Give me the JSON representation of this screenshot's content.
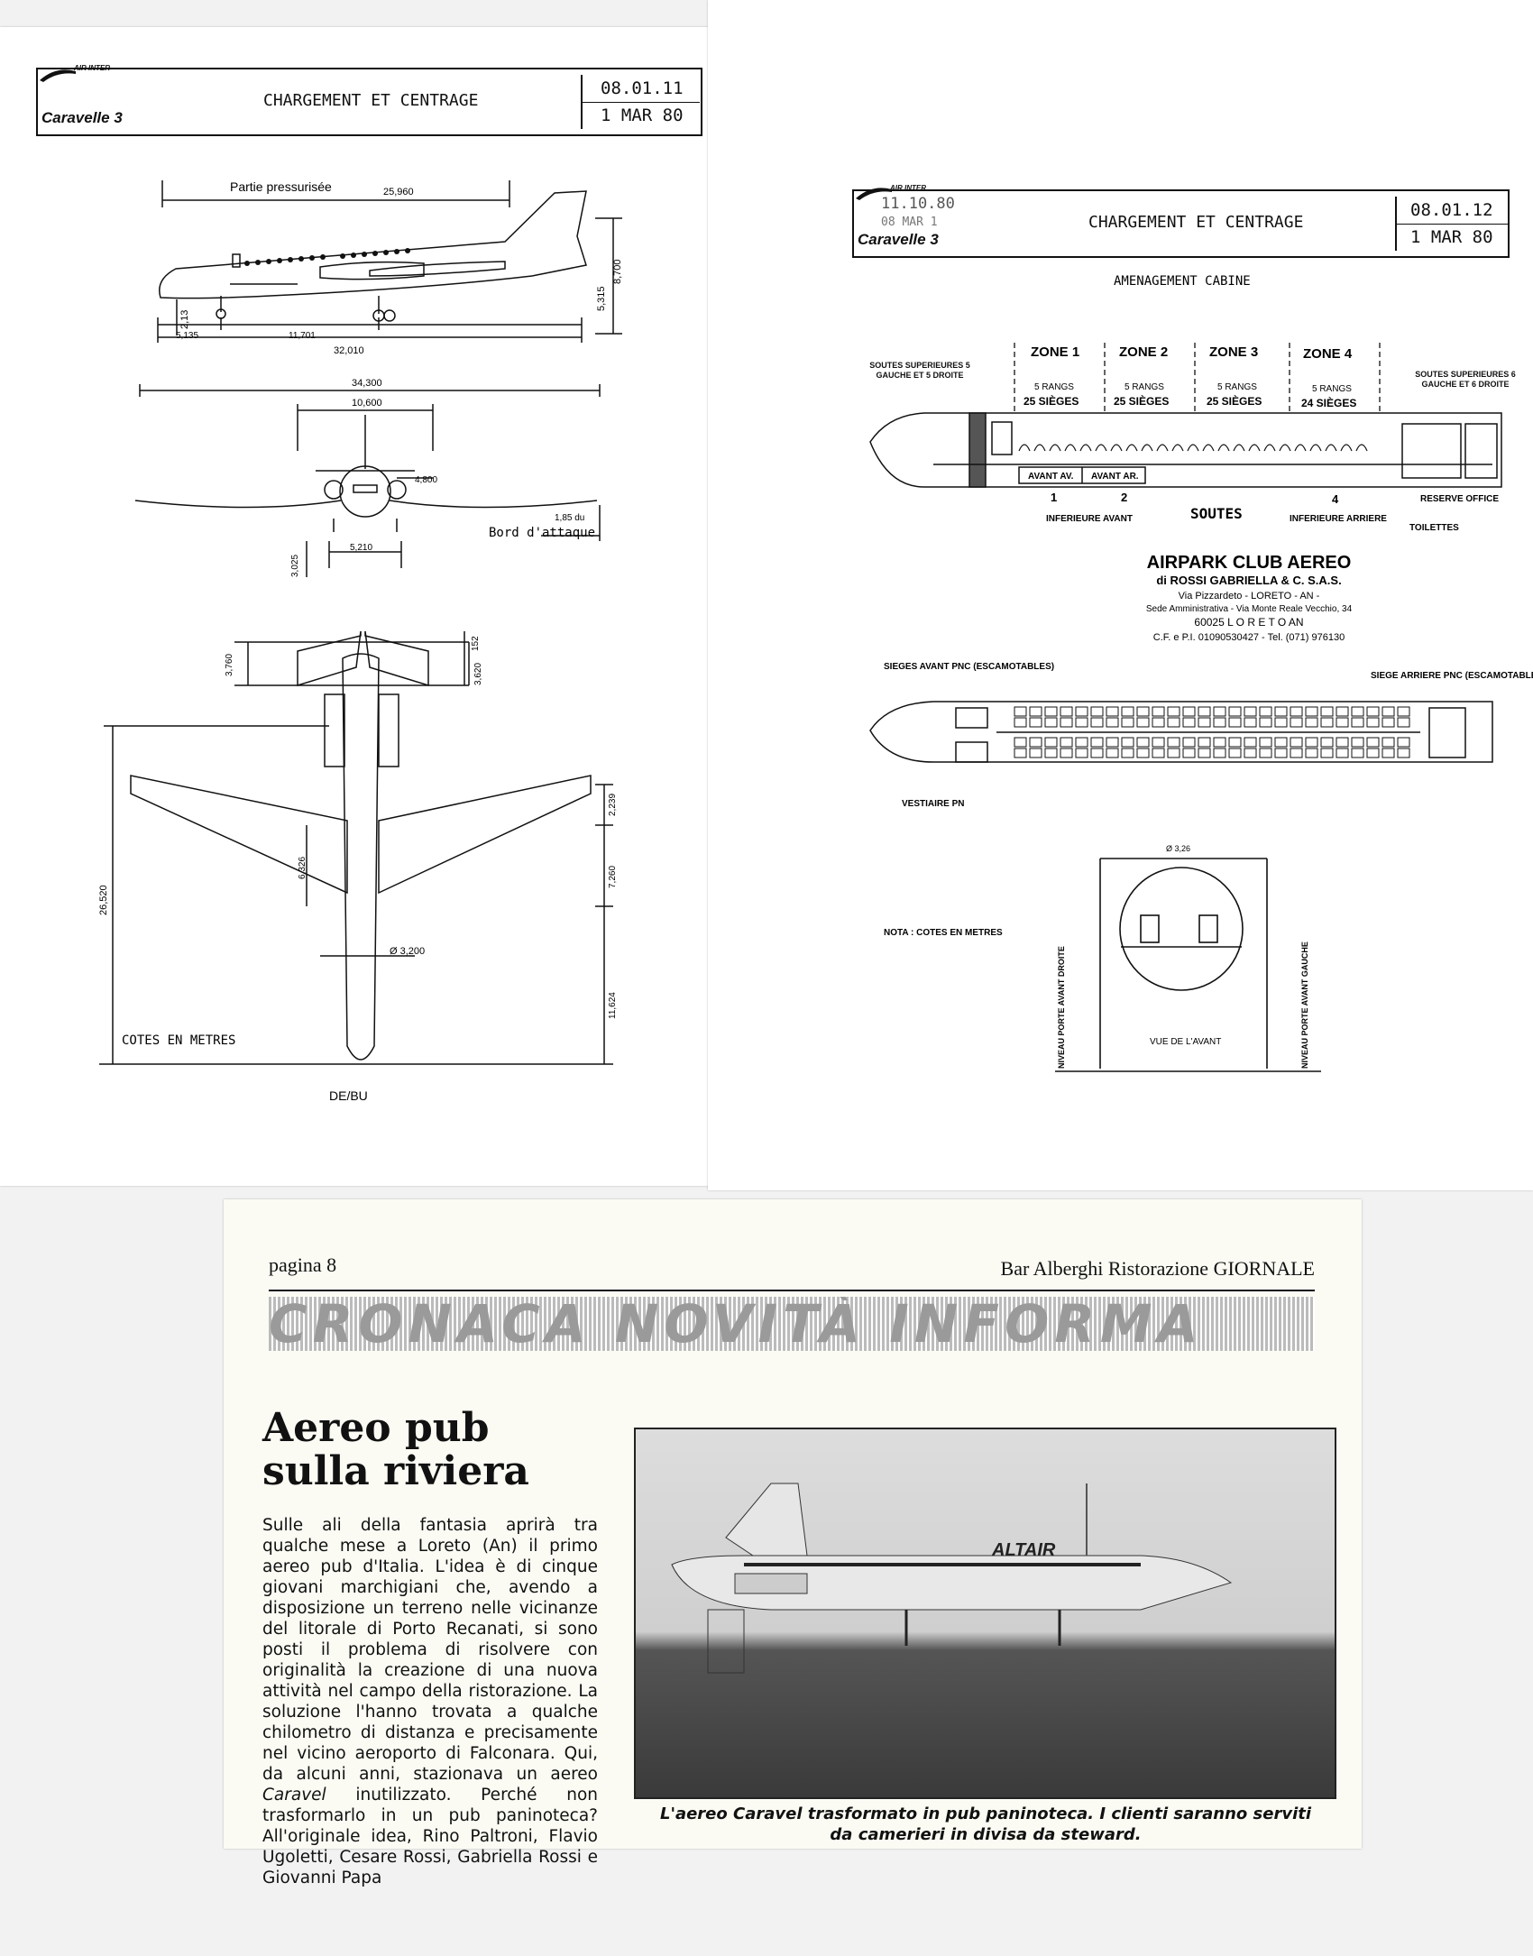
{
  "left_sheet": {
    "airline": "AIR INTER",
    "aircraft": "Caravelle 3",
    "title": "CHARGEMENT ET CENTRAGE",
    "ref_number": "08.01.11",
    "ref_date": "1 MAR 80",
    "side_view": {
      "label": "Partie pressurisée",
      "pressurized_length": "25,960",
      "height_total": "8,700",
      "height_fuselage": "5,315",
      "height_gear": "2,13",
      "dim_front": "5,135",
      "dim_wheelbase": "11,701",
      "dim_total": "32,010"
    },
    "front_view": {
      "span": "34,300",
      "tail_span": "10,600",
      "engine_width": "4,800",
      "leading_edge_height": "1,85 du",
      "leading_edge_label": "Bord d'attaque",
      "gear_track": "5,210",
      "ground_height": "3,025"
    },
    "top_view": {
      "tail_offset": "3,760",
      "tail_width": "152",
      "tail_height": "3,620",
      "wing_dim_a": "2,239",
      "wing_dim_b": "7,260",
      "overall_length": "26,520",
      "wing_chord": "6,326",
      "fuselage_diameter": "Ø 3,200",
      "nose_dim": "11,624",
      "units_note": "COTES EN METRES"
    },
    "footer_mark": "DE/BU"
  },
  "right_sheet": {
    "airline": "AIR INTER",
    "aircraft": "Caravelle 3",
    "stamp_date": "11.10.80",
    "stamp_line2": "08 MAR 1",
    "title": "CHARGEMENT ET CENTRAGE",
    "ref_number": "08.01.12",
    "ref_date": "1 MAR 80",
    "section_title": "AMENAGEMENT CABINE",
    "zones": [
      {
        "name": "ZONE 1",
        "rows": "5 RANGS",
        "seats": "25 SIÈGES"
      },
      {
        "name": "ZONE 2",
        "rows": "5 RANGS",
        "seats": "25 SIÈGES"
      },
      {
        "name": "ZONE 3",
        "rows": "5 RANGS",
        "seats": "25 SIÈGES"
      },
      {
        "name": "ZONE 4",
        "rows": "5 RANGS",
        "seats": "24 SIÈGES"
      }
    ],
    "soutes_left": "SOUTES SUPERIEURES 5 GAUCHE ET 5 DROITE",
    "soutes_right": "SOUTES SUPERIEURES 6 GAUCHE ET 6 DROITE",
    "avant_av": "AVANT AV.",
    "avant_ar": "AVANT AR.",
    "hold_1": "1",
    "hold_2": "2",
    "hold_4": "4",
    "inferieure_avant": "INFERIEURE AVANT",
    "soutes": "SOUTES",
    "inferieure_arriere": "INFERIEURE ARRIERE",
    "reserve_office": "RESERVE OFFICE",
    "toilettes": "TOILETTES",
    "stamp": {
      "name": "AIRPARK CLUB AEREO",
      "line1": "di ROSSI GABRIELLA & C. S.A.S.",
      "line2": "Via Pizzardeto - LORETO - AN -",
      "line3": "Sede Amministrativa - Via Monte Reale Vecchio, 34",
      "line4": "60025  L O R E T O  AN",
      "line5": "C.F. e P.I. 01090530427 - Tel. (071) 976130"
    },
    "sieges_avant": "SIEGES AVANT PNC (ESCAMOTABLES)",
    "siege_arriere": "SIEGE ARRIERE PNC (ESCAMOTABLE)",
    "vestiaire": "VESTIAIRE PN",
    "nota": "NOTA : COTES EN METRES",
    "section_diameter": "Ø 3,26",
    "niveau_droite": "NIVEAU PORTE AVANT DROITE",
    "niveau_gauche": "NIVEAU PORTE AVANT GAUCHE",
    "vue_avant": "VUE DE L'AVANT"
  },
  "news": {
    "page": "pagina 8",
    "journal_name": "Bar Alberghi Ristorazione GIORNALE",
    "banner": "CRONACA NOVITÀ INFORMA",
    "headline_1": "Aereo pub",
    "headline_2": "sulla riviera",
    "body_1": "Sulle ali della fantasia aprirà tra qualche mese a Loreto (An) il primo aereo pub d'Italia. L'idea è di cinque giovani marchigiani che, avendo a disposizione un terreno nelle vicinanze del litorale di Porto Recanati, si sono posti il problema di risolvere con originalità la creazione di una nuova attività nel campo della ristorazione. La soluzione l'hanno trovata a qualche chilometro di distanza e precisamente nel vicino aeroporto di Falconara. Qui, da alcuni anni, stazionava un aereo ",
    "body_em": "Caravel",
    "body_2": " inutilizzato. Perché non trasformarlo in un pub paninoteca? All'originale idea, Rino Paltroni, Flavio Ugoletti, Cesare Rossi, Gabriella Rossi e Giovanni Papa",
    "photo_livery": "ALTAIR",
    "caption_1": "L'aereo Caravel trasformato in pub paninoteca. I clienti saranno serviti",
    "caption_2": "da camerieri in divisa da steward."
  }
}
